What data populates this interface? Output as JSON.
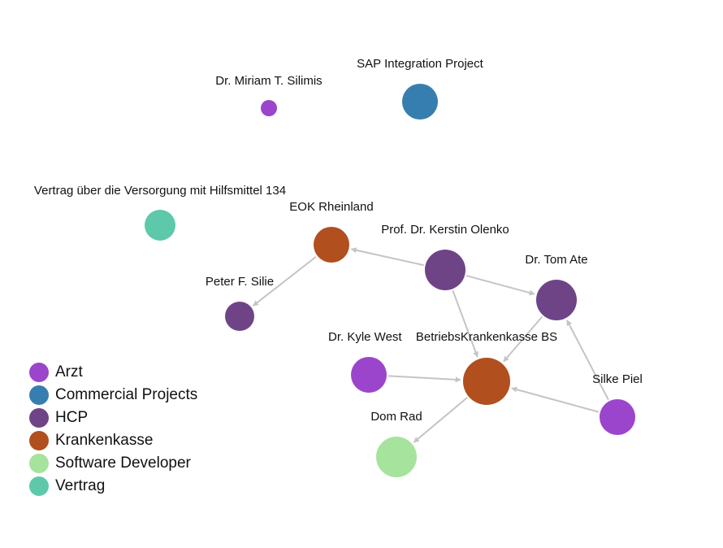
{
  "categories": [
    {
      "id": "arzt",
      "label": "Arzt",
      "color": "#9b45cc"
    },
    {
      "id": "commercial",
      "label": "Commercial Projects",
      "color": "#377eb0"
    },
    {
      "id": "hcp",
      "label": "HCP",
      "color": "#6e4487"
    },
    {
      "id": "krankenkasse",
      "label": "Krankenkasse",
      "color": "#b14f1f"
    },
    {
      "id": "software",
      "label": "Software Developer",
      "color": "#a6e39c"
    },
    {
      "id": "vertrag",
      "label": "Vertrag",
      "color": "#5ec8ab"
    }
  ],
  "nodes": [
    {
      "id": "silimis",
      "label": "Dr. Miriam T. Silimis",
      "category": "arzt"
    },
    {
      "id": "sap",
      "label": "SAP Integration Project",
      "category": "commercial"
    },
    {
      "id": "vertrag134",
      "label": "Vertrag über die Versorgung mit Hilfsmittel 134",
      "category": "vertrag"
    },
    {
      "id": "eok",
      "label": "EOK Rheinland",
      "category": "krankenkasse"
    },
    {
      "id": "olenko",
      "label": "Prof. Dr. Kerstin Olenko",
      "category": "hcp"
    },
    {
      "id": "tomate",
      "label": "Dr. Tom Ate",
      "category": "hcp"
    },
    {
      "id": "silie",
      "label": "Peter F. Silie",
      "category": "hcp"
    },
    {
      "id": "kylewest",
      "label": "Dr. Kyle West",
      "category": "arzt"
    },
    {
      "id": "bkkbs",
      "label": "BetriebsKrankenkasse BS",
      "category": "krankenkasse"
    },
    {
      "id": "silkepiel",
      "label": "Silke Piel",
      "category": "arzt"
    },
    {
      "id": "domrad",
      "label": "Dom Rad",
      "category": "software"
    }
  ],
  "edges": [
    {
      "source": "olenko",
      "target": "eok"
    },
    {
      "source": "olenko",
      "target": "tomate"
    },
    {
      "source": "olenko",
      "target": "bkkbs"
    },
    {
      "source": "eok",
      "target": "silie"
    },
    {
      "source": "tomate",
      "target": "bkkbs"
    },
    {
      "source": "kylewest",
      "target": "bkkbs"
    },
    {
      "source": "silkepiel",
      "target": "bkkbs"
    },
    {
      "source": "silkepiel",
      "target": "tomate"
    },
    {
      "source": "bkkbs",
      "target": "domrad"
    }
  ],
  "edge_color": "#c4c4c4"
}
